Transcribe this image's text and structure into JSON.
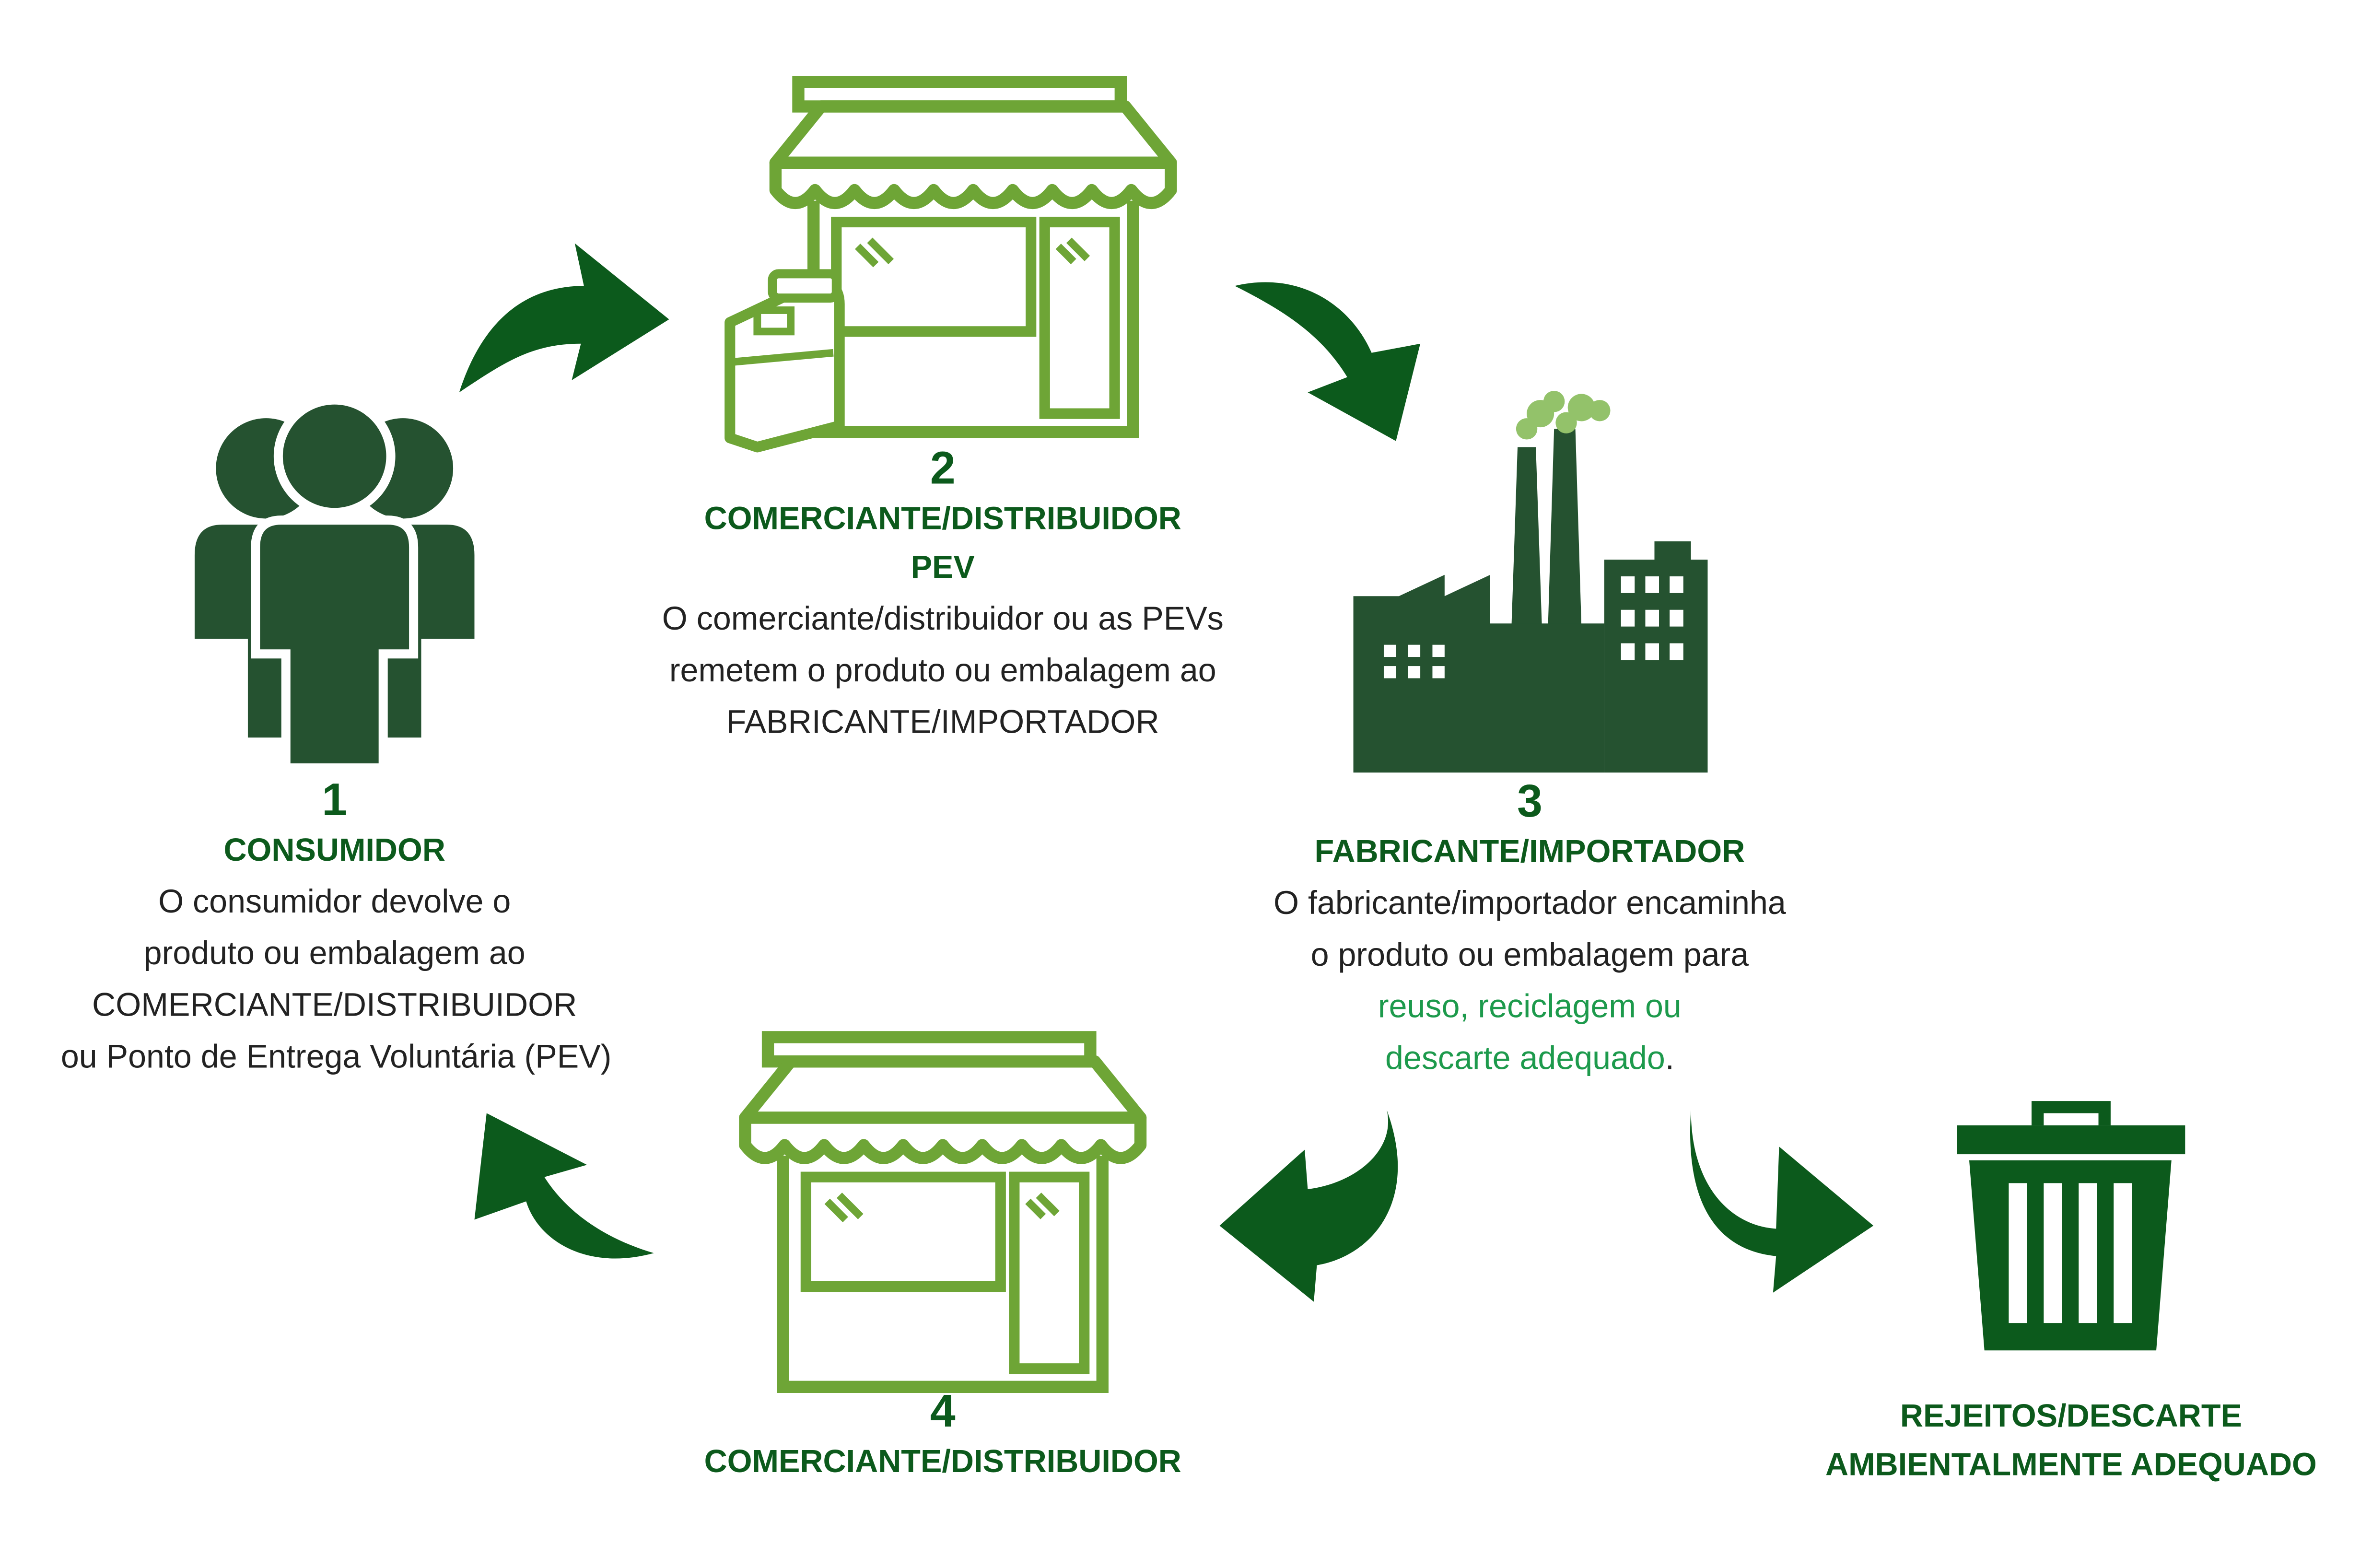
{
  "colors": {
    "dark_green": "#0c5a1c",
    "forest": "#255230",
    "light_green": "#6ea536",
    "smoke": "#93c26a",
    "highlight_text": "#1d9a4c"
  },
  "icons": {
    "consumer": "people-group-icon",
    "store_pev": "store-with-washing-machine-icon",
    "factory": "factory-icon",
    "store": "store-icon",
    "trash": "trash-can-icon",
    "arrows": "curved-arrow-icon"
  },
  "steps": {
    "consumer": {
      "number": "1",
      "title": "CONSUMIDOR",
      "lines": [
        "O consumidor devolve o",
        "produto ou embalagem ao",
        "COMERCIANTE/DISTRIBUIDOR",
        "ou Ponto de Entrega Voluntária (PEV)"
      ]
    },
    "distributor_pev": {
      "number": "2",
      "title": "COMERCIANTE/DISTRIBUIDOR",
      "subtitle": "PEV",
      "lines": [
        "O comerciante/distribuidor ou as PEVs",
        "remetem o produto ou embalagem ao",
        "FABRICANTE/IMPORTADOR"
      ]
    },
    "manufacturer": {
      "number": "3",
      "title": "FABRICANTE/IMPORTADOR",
      "line1": "O fabricante/importador encaminha",
      "line2": "o produto ou embalagem para",
      "highlight1": "reuso, reciclagem ou",
      "highlight2": "descarte adequado",
      "end_punct": "."
    },
    "distributor": {
      "number": "4",
      "title": "COMERCIANTE/DISTRIBUIDOR"
    },
    "disposal": {
      "title_line1": "REJEITOS/DESCARTE",
      "title_line2": "AMBIENTALMENTE ADEQUADO"
    }
  }
}
